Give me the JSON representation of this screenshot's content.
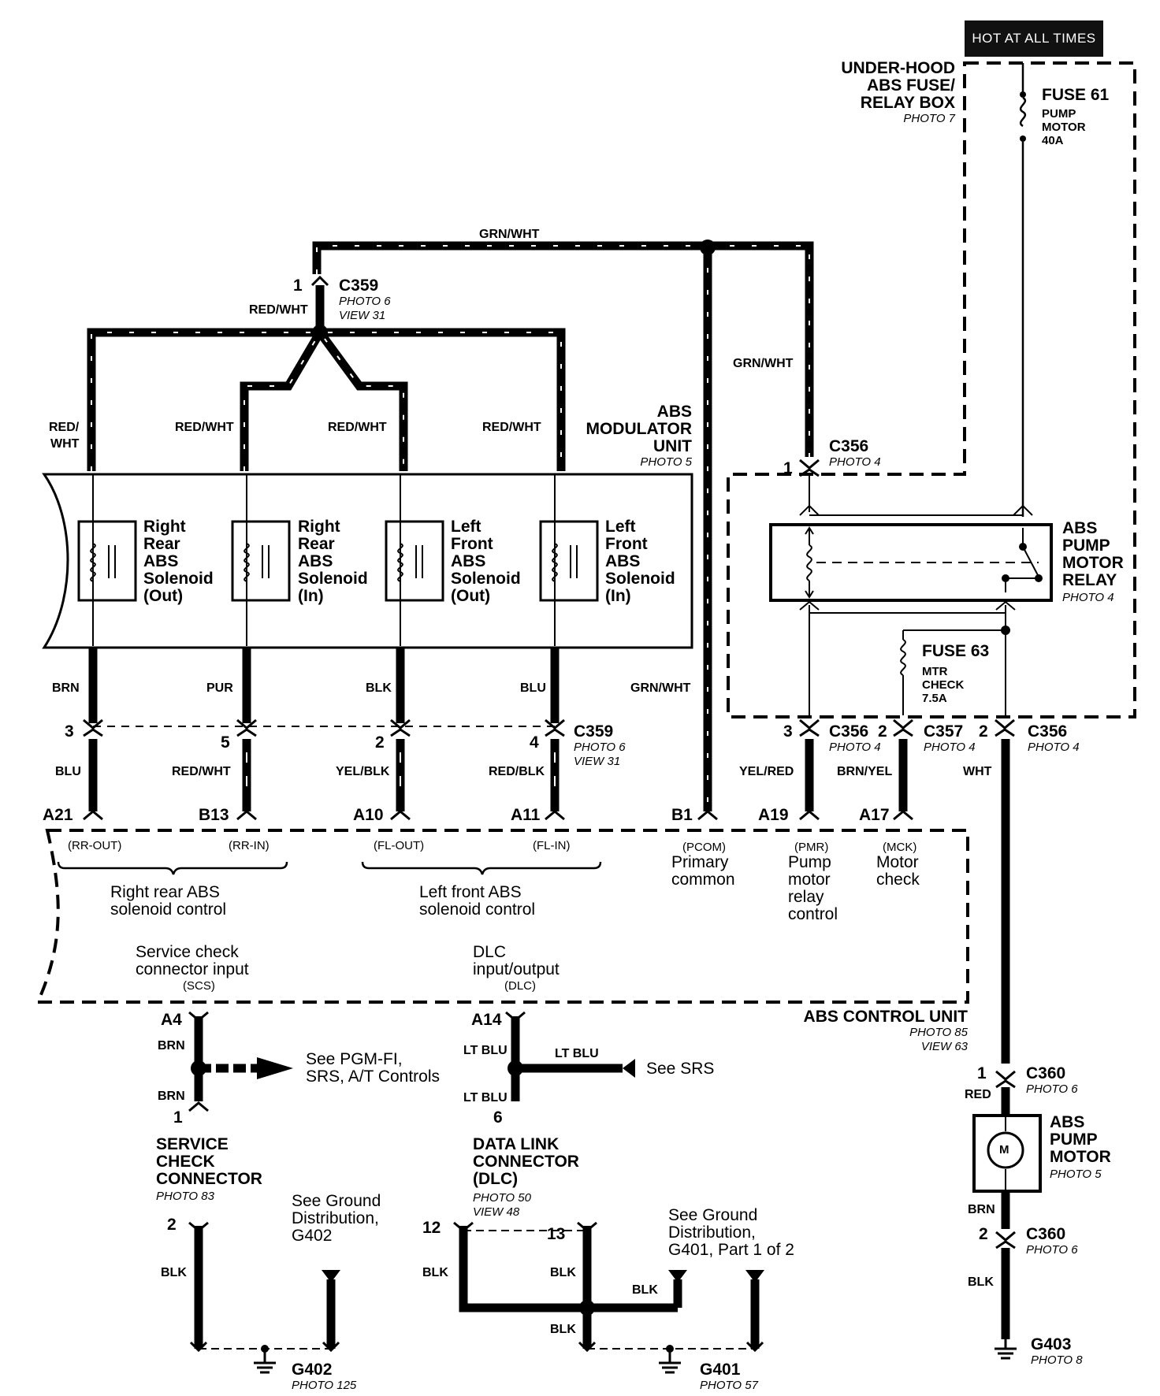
{
  "hot_at_all_times": "HOT AT ALL TIMES",
  "fuse_box": {
    "title_lines": [
      "UNDER-HOOD",
      "ABS FUSE/",
      "RELAY BOX"
    ],
    "photo": "PHOTO 7"
  },
  "fuse61": {
    "name": "FUSE 61",
    "desc_lines": [
      "PUMP",
      "MOTOR",
      "40A"
    ]
  },
  "fuse63": {
    "name": "FUSE 63",
    "desc_lines": [
      "MTR",
      "CHECK",
      "7.5A"
    ]
  },
  "wires": {
    "grn_wht": "GRN/WHT",
    "red_wht": "RED/WHT",
    "red_wht_split": [
      "RED/",
      "WHT"
    ],
    "brn": "BRN",
    "pur": "PUR",
    "blk": "BLK",
    "blu": "BLU",
    "yel_blk": "YEL/BLK",
    "red_blk": "RED/BLK",
    "yel_red": "YEL/RED",
    "brn_yel": "BRN/YEL",
    "wht": "WHT",
    "red": "RED",
    "lt_blu": "LT BLU"
  },
  "connectors": {
    "c359": "C359",
    "c356": "C356",
    "c357": "C357",
    "c360": "C360",
    "photo4": "PHOTO 4",
    "photo6": "PHOTO 6",
    "view31": "VIEW 31"
  },
  "pins": {
    "p1": "1",
    "p2": "2",
    "p3": "3",
    "p4": "4",
    "p5": "5",
    "p6": "6",
    "p12": "12",
    "p13": "13",
    "a21": "A21",
    "b13": "B13",
    "a10": "A10",
    "a11": "A11",
    "b1": "B1",
    "a19": "A19",
    "a17": "A17",
    "a4": "A4",
    "a14": "A14"
  },
  "modulator": {
    "title_lines": [
      "ABS",
      "MODULATOR",
      "UNIT"
    ],
    "photo": "PHOTO 5"
  },
  "solenoids": [
    {
      "lines": [
        "Right",
        "Rear",
        "ABS",
        "Solenoid",
        "(Out)"
      ]
    },
    {
      "lines": [
        "Right",
        "Rear",
        "ABS",
        "Solenoid",
        "(In)"
      ]
    },
    {
      "lines": [
        "Left",
        "Front",
        "ABS",
        "Solenoid",
        "(Out)"
      ]
    },
    {
      "lines": [
        "Left",
        "Front",
        "ABS",
        "Solenoid",
        "(In)"
      ]
    }
  ],
  "relay": {
    "title_lines": [
      "ABS",
      "PUMP",
      "MOTOR",
      "RELAY"
    ],
    "photo": "PHOTO 4"
  },
  "control_unit": {
    "title": "ABS CONTROL UNIT",
    "photo": "PHOTO 85",
    "view": "VIEW 63",
    "rr_out": "(RR-OUT)",
    "rr_in": "(RR-IN)",
    "fl_out": "(FL-OUT)",
    "fl_in": "(FL-IN)",
    "right_rear_lines": [
      "Right rear ABS",
      "solenoid control"
    ],
    "left_front_lines": [
      "Left front ABS",
      "solenoid control"
    ],
    "pcom": "(PCOM)",
    "pcom_lines": [
      "Primary",
      "common"
    ],
    "pmr": "(PMR)",
    "pmr_lines": [
      "Pump",
      "motor",
      "relay",
      "control"
    ],
    "mck": "(MCK)",
    "mck_lines": [
      "Motor",
      "check"
    ],
    "scs_lines": [
      "Service check",
      "connector input"
    ],
    "scs": "(SCS)",
    "dlc_lines": [
      "DLC",
      "input/output"
    ],
    "dlc": "(DLC)"
  },
  "pgm_ref_lines": [
    "See PGM-FI,",
    "SRS, A/T Controls"
  ],
  "srs_ref": "See SRS",
  "service_check": {
    "title_lines": [
      "SERVICE",
      "CHECK",
      "CONNECTOR"
    ],
    "photo": "PHOTO 83"
  },
  "dlc_conn": {
    "title_lines": [
      "DATA LINK",
      "CONNECTOR",
      "(DLC)"
    ],
    "photo": "PHOTO 50",
    "view": "VIEW 48"
  },
  "ground_g402_ref_lines": [
    "See Ground",
    "Distribution,",
    "G402"
  ],
  "ground_g401_ref_lines": [
    "See Ground",
    "Distribution,",
    "G401, Part 1 of 2"
  ],
  "grounds": {
    "g402": "G402",
    "g402_photo": "PHOTO 125",
    "g401": "G401",
    "g401_photo": "PHOTO 57",
    "g403": "G403",
    "g403_photo": "PHOTO 8"
  },
  "pump_motor": {
    "title_lines": [
      "ABS",
      "PUMP",
      "MOTOR"
    ],
    "photo": "PHOTO 5",
    "symbol": "M"
  }
}
